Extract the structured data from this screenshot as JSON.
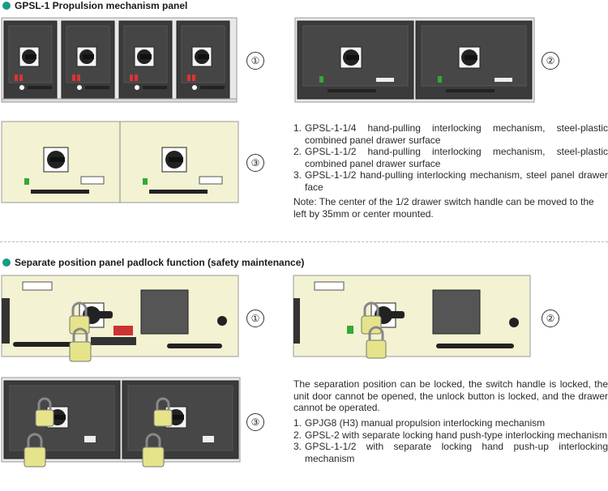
{
  "colors": {
    "accent": "#169b8a",
    "panel_dark": "#3a3a3a",
    "panel_light": "#f3f2d2",
    "lock_yellow": "#e6e48a"
  },
  "section1": {
    "title": "GPSL-1 Propulsion mechanism panel",
    "markers": [
      "①",
      "②",
      "③"
    ],
    "items": [
      {
        "num": "1.",
        "text": "GPSL-1-1/4 hand-pulling interlocking mechanism, steel-plastic combined panel drawer surface"
      },
      {
        "num": "2.",
        "text": "GPSL-1-1/2 hand-pulling interlocking mechanism, steel-plastic combined panel drawer surface"
      },
      {
        "num": "3.",
        "text": "GPSL-1-1/2 hand-pulling interlocking mechanism, steel panel drawer face"
      }
    ],
    "note": "Note: The center of the 1/2 drawer switch handle can be moved to the left by 35mm or center mounted."
  },
  "section2": {
    "title": "Separate position panel padlock function (safety maintenance)",
    "markers": [
      "①",
      "②",
      "③"
    ],
    "intro": "The separation position can be locked, the switch handle is locked, the unit door cannot be opened, the unlock button is locked, and the drawer cannot be operated.",
    "items": [
      {
        "num": "1.",
        "text": "GPJG8 (H3) manual propulsion interlocking mechanism"
      },
      {
        "num": "2.",
        "text": "GPSL-2 with separate locking hand push-type interlocking mechanism"
      },
      {
        "num": "3.",
        "text": "GPSL-1-1/2 with separate locking hand push-up interlocking mechanism"
      }
    ]
  }
}
